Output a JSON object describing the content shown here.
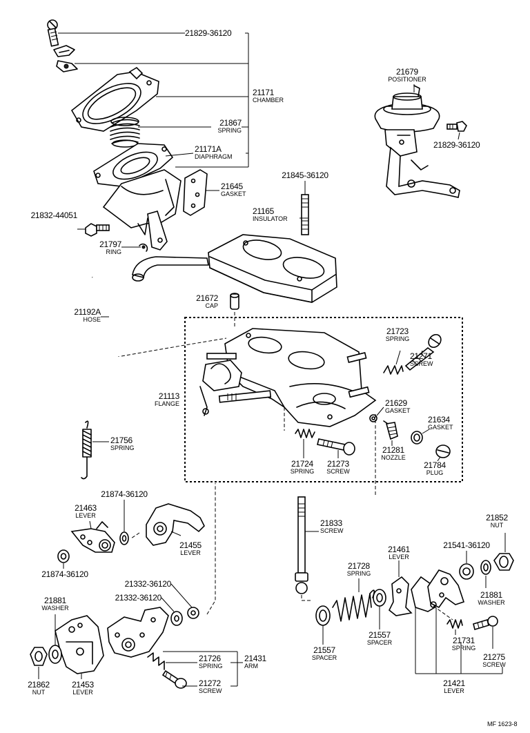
{
  "labels": {
    "l01": {
      "num": "21829-36120",
      "name": ""
    },
    "l02": {
      "num": "21171",
      "name": "CHAMBER"
    },
    "l03": {
      "num": "21867",
      "name": "SPRING"
    },
    "l04": {
      "num": "21171A",
      "name": "DIAPHRAGM"
    },
    "l05": {
      "num": "21645",
      "name": "GASKET"
    },
    "l06": {
      "num": "21832-44051",
      "name": ""
    },
    "l07": {
      "num": "21797",
      "name": "RING"
    },
    "l08": {
      "num": "21679",
      "name": "POSITIONER"
    },
    "l09": {
      "num": "21829-36120",
      "name": ""
    },
    "l10": {
      "num": "21845-36120",
      "name": ""
    },
    "l11": {
      "num": "21165",
      "name": "INSULATOR"
    },
    "l12": {
      "num": "21192A",
      "name": "HOSE"
    },
    "l13": {
      "num": "21672",
      "name": "CAP"
    },
    "l14": {
      "num": "21723",
      "name": "SPRING"
    },
    "l15": {
      "num": "21271",
      "name": "SCREW"
    },
    "l16": {
      "num": "21113",
      "name": "FLANGE"
    },
    "l17": {
      "num": "21629",
      "name": "GASKET"
    },
    "l18": {
      "num": "21634",
      "name": "GASKET"
    },
    "l19": {
      "num": "21281",
      "name": "NOZZLE"
    },
    "l20": {
      "num": "21784",
      "name": "PLUG"
    },
    "l21": {
      "num": "21724",
      "name": "SPRING"
    },
    "l22": {
      "num": "21273",
      "name": "SCREW"
    },
    "l23": {
      "num": "21756",
      "name": "SPRING"
    },
    "l24": {
      "num": "21874-36120",
      "name": ""
    },
    "l25": {
      "num": "21463",
      "name": "LEVER"
    },
    "l26": {
      "num": "21455",
      "name": "LEVER"
    },
    "l27": {
      "num": "21874-36120",
      "name": ""
    },
    "l28": {
      "num": "21332-36120",
      "name": ""
    },
    "l29": {
      "num": "21332-36120",
      "name": ""
    },
    "l30": {
      "num": "21881",
      "name": "WASHER"
    },
    "l31": {
      "num": "21726",
      "name": "SPRING"
    },
    "l32": {
      "num": "21431",
      "name": "ARM"
    },
    "l33": {
      "num": "21272",
      "name": "SCREW"
    },
    "l34": {
      "num": "21862",
      "name": "NUT"
    },
    "l35": {
      "num": "21453",
      "name": "LEVER"
    },
    "l36": {
      "num": "21833",
      "name": "SCREW"
    },
    "l37": {
      "num": "21852",
      "name": "NUT"
    },
    "l38": {
      "num": "21461",
      "name": "LEVER"
    },
    "l39": {
      "num": "21541-36120",
      "name": ""
    },
    "l40": {
      "num": "21728",
      "name": "SPRING"
    },
    "l41": {
      "num": "21881",
      "name": "WASHER"
    },
    "l42": {
      "num": "21557",
      "name": "SPACER"
    },
    "l43": {
      "num": "21557",
      "name": "SPACER"
    },
    "l44": {
      "num": "21731",
      "name": "SPRING"
    },
    "l45": {
      "num": "21275",
      "name": "SCREW"
    },
    "l46": {
      "num": "21421",
      "name": "LEVER"
    }
  },
  "figure_code": "MF 1623-8"
}
